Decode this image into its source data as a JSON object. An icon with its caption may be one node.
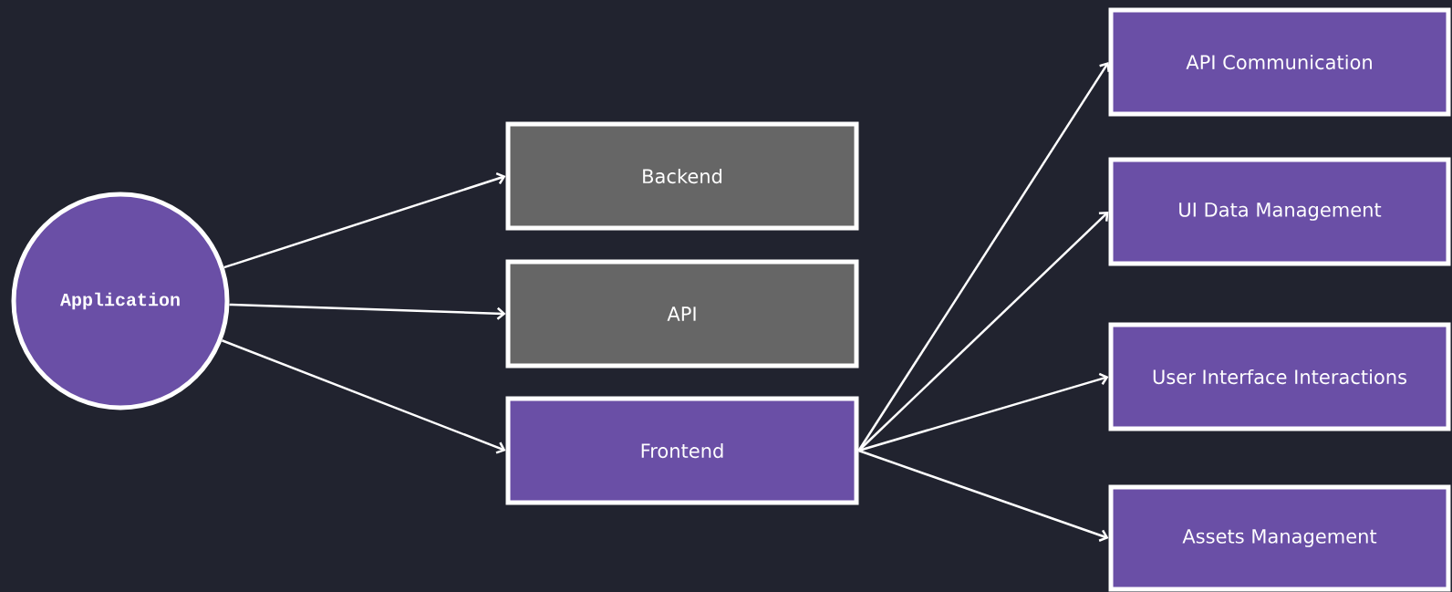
{
  "diagram": {
    "nodes": [
      {
        "text": [
          "Application"
        ]
      },
      {
        "text": [
          "Backend"
        ]
      },
      {
        "text": [
          "API"
        ]
      },
      {
        "text": [
          "Frontend"
        ]
      },
      {
        "text": [
          "API Communication"
        ]
      },
      {
        "text": [
          "UI Data Management"
        ]
      },
      {
        "text": [
          "User Interface Interactions"
        ]
      },
      {
        "text": [
          "Assets Management"
        ]
      }
    ],
    "edges": [
      {
        "from": 0,
        "to": 1,
        "arrow": "to"
      },
      {
        "from": 0,
        "to": 2,
        "arrow": "to"
      },
      {
        "from": 0,
        "to": 3,
        "arrow": "to"
      },
      {
        "from": 3,
        "to": 4,
        "arrow": "to"
      },
      {
        "from": 3,
        "to": 5,
        "arrow": "to"
      },
      {
        "from": 3,
        "to": 6,
        "arrow": "to"
      },
      {
        "from": 3,
        "to": 7,
        "arrow": "to"
      }
    ]
  }
}
